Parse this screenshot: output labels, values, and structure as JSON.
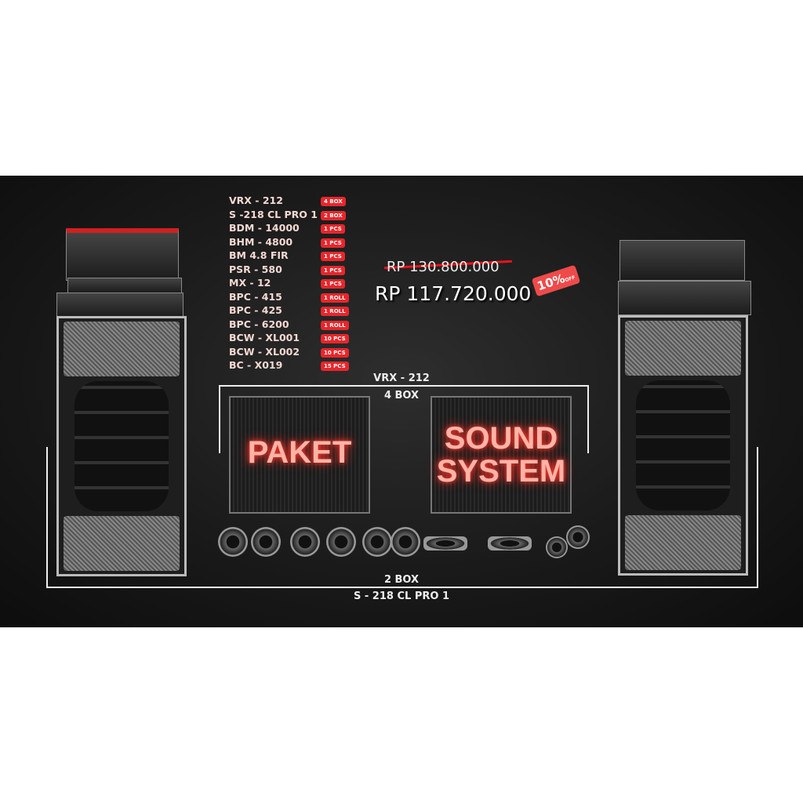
{
  "items": [
    {
      "name": "VRX - 212",
      "qty": "4 BOX"
    },
    {
      "name": "S -218 CL PRO 1",
      "qty": "2 BOX"
    },
    {
      "name": "BDM - 14000",
      "qty": "1 PCS"
    },
    {
      "name": "BHM - 4800",
      "qty": "1 PCS"
    },
    {
      "name": "BM 4.8 FIR",
      "qty": "1 PCS"
    },
    {
      "name": "PSR - 580",
      "qty": "1 PCS"
    },
    {
      "name": "MX - 12",
      "qty": "1 PCS"
    },
    {
      "name": "BPC - 415",
      "qty": "1 ROLL"
    },
    {
      "name": "BPC - 425",
      "qty": "1 ROLL"
    },
    {
      "name": "BPC - 6200",
      "qty": "1 ROLL"
    },
    {
      "name": "BCW - XL001",
      "qty": "10 PCS"
    },
    {
      "name": "BCW - XL002",
      "qty": "10 PCS"
    },
    {
      "name": "BC - X019",
      "qty": "15 PCS"
    }
  ],
  "price": {
    "old": "RP 130.800.000",
    "new": "RP 117.720.000",
    "discount": "10%",
    "off": "OFF"
  },
  "labels": {
    "top_model": "VRX - 212",
    "top_qty": "4 BOX",
    "bottom_qty": "2 BOX",
    "bottom_model": "S - 218 CL PRO 1"
  },
  "neon": {
    "left": "PAKET",
    "right_1": "SOUND",
    "right_2": "SYSTEM"
  },
  "colors": {
    "accent": "#e8262b",
    "text": "#f6d9d3"
  }
}
